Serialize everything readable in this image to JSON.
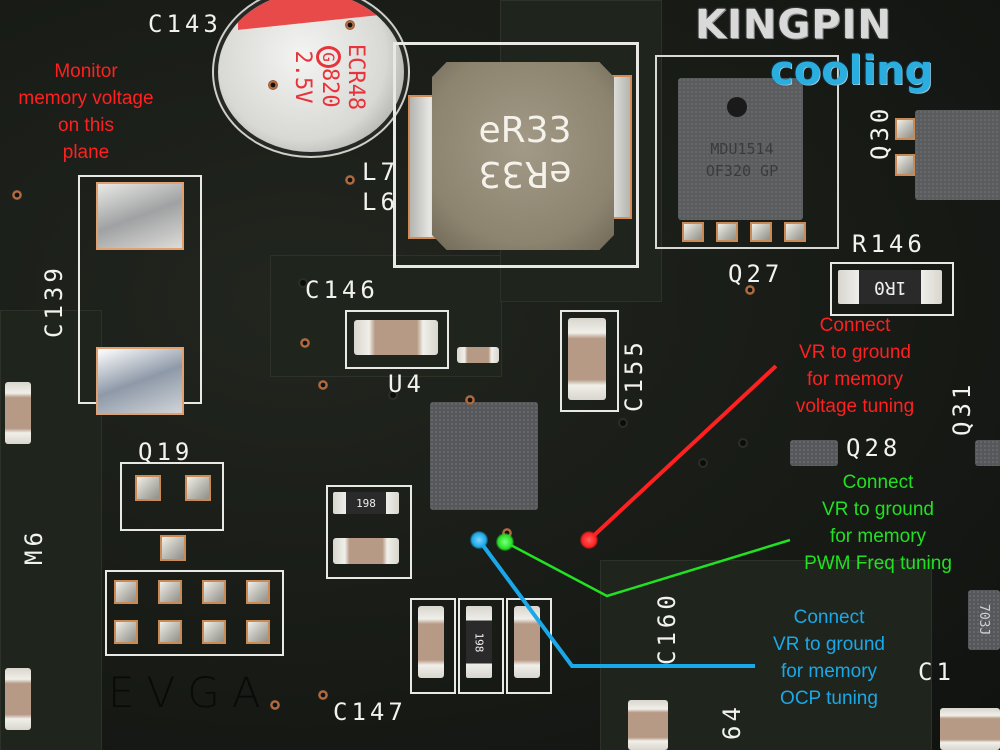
{
  "logo": {
    "line1": "KINGPIN",
    "line2": "cooling",
    "line1_color": "#d9d9d9",
    "line2_color": "#2aaee0"
  },
  "brand_mark": "EVGA",
  "capacitor_big": {
    "line1": "ECR48",
    "symbol": "G",
    "line2": "820",
    "line3": "2.5V"
  },
  "inductor_marking": {
    "line1": "eR33",
    "line2": "eR33"
  },
  "mosfet_marking": {
    "line1": "MDU1514",
    "line2": "OF320 GP"
  },
  "resistor_markings": {
    "r146": "1R0",
    "small_a": "198",
    "small_b": "198",
    "q31_chip": "703J"
  },
  "silkscreen": {
    "c143": "C143",
    "l7": "L7",
    "l6": "L6",
    "c139": "C139",
    "c146": "C146",
    "c155": "C155",
    "u4": "U4",
    "q19": "Q19",
    "m6": "M6",
    "q30": "Q30",
    "q27": "Q27",
    "r146": "R146",
    "q31": "Q31",
    "q28": "Q28",
    "c160": "C160",
    "c147": "C147",
    "c1": "C1",
    "num64": "64"
  },
  "annotations": {
    "monitor": {
      "lines": [
        "Monitor",
        "memory voltage",
        "on this",
        "plane"
      ],
      "color": "#ff2020"
    },
    "voltage": {
      "lines": [
        "Connect",
        "VR to ground",
        "for memory",
        "voltage tuning"
      ],
      "color": "#ff2020"
    },
    "pwm": {
      "lines": [
        "Connect",
        "VR to ground",
        "for memory",
        "PWM Freq tuning"
      ],
      "color": "#22e022"
    },
    "ocp": {
      "lines": [
        "Connect",
        "VR to ground",
        "for memory",
        "OCP tuning"
      ],
      "color": "#1aa8e8"
    }
  },
  "marker_colors": {
    "red": "#ff2020",
    "green": "#22e022",
    "blue": "#1aa8e8"
  }
}
